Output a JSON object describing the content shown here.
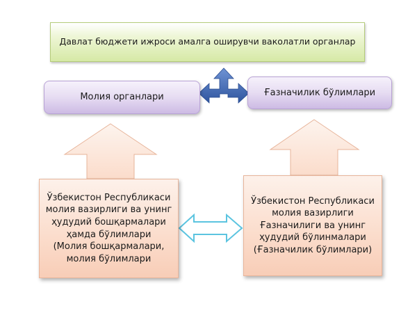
{
  "top_box": {
    "text": "Давлат бюджети ижроси амалга оширувчи ваколатли органлар"
  },
  "left_top_box": {
    "text": "Молия органлари"
  },
  "right_top_box": {
    "text": "Ғазначилик бўлимлари"
  },
  "left_bottom_box": {
    "text": "Ўзбекистон Республикаси\nмолия вазирлиги ва унинг\nҳудудий бошқармалари\nҳамда бўлимлари\n(Молия бошқармалари,\nмолия бўлимлари"
  },
  "right_bottom_box": {
    "text": "Ўзбекистон Республикаси\nмолия вазирлиги\nҒазначилиги  ва  унинг\nҳудудий бўлинмалари\n(Ғазначилик бўлимлари)"
  },
  "colors": {
    "top_box_fill": "#d6e9a6",
    "purple_box_fill": "#e6dcf2",
    "peach_box_fill": "#fbdccb",
    "blue_arrow": "#3c66b2",
    "cyan_arrow": "#5bc4e0"
  }
}
